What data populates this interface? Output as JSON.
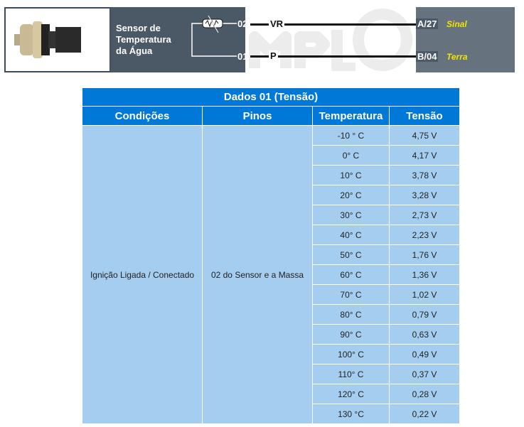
{
  "diagram": {
    "sensor_title": [
      "Sensor de",
      "Temperatura",
      "da Água"
    ],
    "pins": [
      {
        "pin": "02",
        "wire": "VR",
        "terminal": "A/27",
        "function": "Sinal"
      },
      {
        "pin": "01",
        "wire": "P",
        "terminal": "B/04",
        "function": "Terra"
      }
    ],
    "watermark": "MPLO"
  },
  "table": {
    "title": "Dados 01 (Tensão)",
    "headers": [
      "Condições",
      "Pinos",
      "Temperatura",
      "Tensão"
    ],
    "condition": "Ignição Ligada / Conectado",
    "pins": "02 do Sensor e a Massa",
    "rows": [
      [
        "-10 ° C",
        "4,75 V"
      ],
      [
        "0° C",
        "4,17 V"
      ],
      [
        "10° C",
        "3,78 V"
      ],
      [
        "20° C",
        "3,28 V"
      ],
      [
        "30° C",
        "2,73 V"
      ],
      [
        "40° C",
        "2,23 V"
      ],
      [
        "50° C",
        "1,76 V"
      ],
      [
        "60° C",
        "1,36 V"
      ],
      [
        "70° C",
        "1,02 V"
      ],
      [
        "80° C",
        "0,79 V"
      ],
      [
        "90° C",
        "0,63 V"
      ],
      [
        "100° C",
        "0,49 V"
      ],
      [
        "110° C",
        "0,37 V"
      ],
      [
        "120° C",
        "0,28 V"
      ],
      [
        "130 °C",
        "0,22 V"
      ]
    ]
  }
}
